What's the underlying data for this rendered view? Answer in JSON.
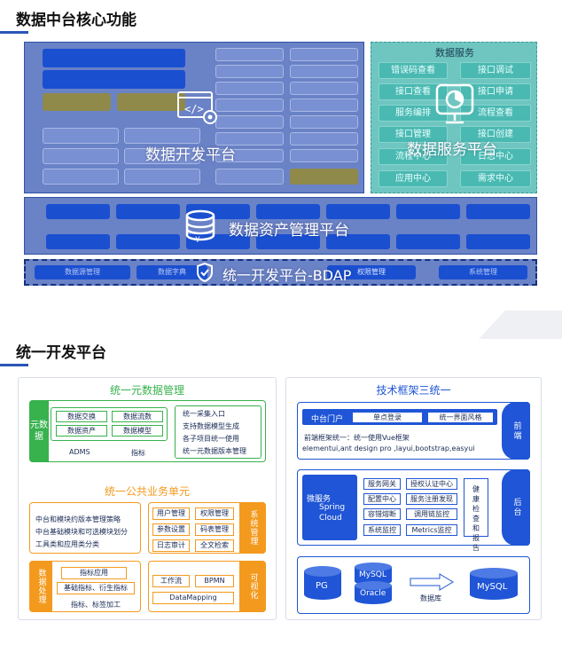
{
  "section1": {
    "title": "数据中台核心功能",
    "dev_platform": "数据开发平台",
    "service_panel_title": "数据服务",
    "service_platform": "数据服务平台",
    "service_items": [
      "错误码查看",
      "接口调试",
      "接口查看",
      "接口申请",
      "服务编排",
      "流程查看",
      "接口管理",
      "接口创建",
      "流程中心",
      "日志中心",
      "应用中心",
      "需求中心"
    ],
    "asset_platform": "数据资产管理平台",
    "unified_bar": "统一开发平台-BDAP",
    "unified_items": [
      "数据源管理",
      "数据字典",
      "权限管理",
      "系统管理"
    ]
  },
  "section2": {
    "title": "统一开发平台",
    "left": {
      "data_mgmt": {
        "title": "统一元数据管理",
        "tab": "元数据",
        "boxes": [
          "数据交换",
          "数据流数",
          "数据资产",
          "数据模型"
        ],
        "labels": [
          "ADMS",
          "指标"
        ],
        "bullets": [
          "统一采集入口",
          "支持数据模型生成",
          "各子项目统一使用",
          "统一元数据版本管理"
        ]
      },
      "common": {
        "title": "统一公共业务单元",
        "system_tab": "系统管理",
        "bullets": [
          "中台和模块约版本管理策略",
          "中台基础模块和可选模块划分",
          "工具类和应用类分类"
        ],
        "system_boxes": [
          "用户管理",
          "权限管理",
          "参数设置",
          "码表管理",
          "日志审计",
          "全文检索"
        ],
        "process_tab": "数据处理",
        "process_boxes": [
          "指标应用",
          "基础指标、衍生指标",
          "指标、标签加工"
        ],
        "visual_tab": "可视化",
        "visual_boxes": [
          "工作流",
          "BPMN",
          "DataMapping"
        ]
      }
    },
    "right": {
      "title": "技术框架三统一",
      "frontend": {
        "portal": "中台门户",
        "boxes": [
          "单点登录",
          "统一界面风格"
        ],
        "line1": "前端框架统一：统一使用Vue框架",
        "line2": "elementui,ant design pro ,layui,bootstrap,easyui",
        "tab": "前端"
      },
      "backend": {
        "ms_title": "微服务",
        "ms_name": "Spring",
        "ms_name2": "Cloud",
        "boxes": [
          "服务网关",
          "授权认证中心",
          "配置中心",
          "服务注册发现",
          "容错熔断",
          "调用链监控",
          "系统监控",
          "Metrics监控"
        ],
        "health": "健康检查和报告",
        "tab": "后台"
      },
      "db": {
        "pg": "PG",
        "mysql": "MySQL",
        "oracle": "Oracle",
        "arrow_label": "数据库",
        "target": "MySQL"
      }
    }
  },
  "colors": {
    "accent": "#1a4fd0",
    "teal": "#4ab9b2",
    "orange": "#f39a1e",
    "green": "#37b24d"
  }
}
